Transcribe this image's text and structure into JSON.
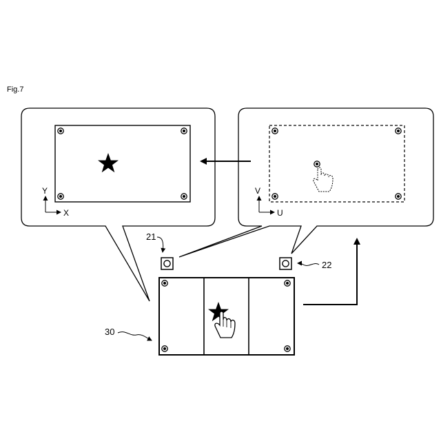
{
  "figure": {
    "label": "Fig.7"
  },
  "left_bubble": {
    "axis_vertical": "Y",
    "axis_horizontal": "X"
  },
  "right_bubble": {
    "axis_vertical": "V",
    "axis_horizontal": "U"
  },
  "references": {
    "camera_left": "21",
    "camera_right": "22",
    "device": "30"
  },
  "colors": {
    "ink": "#000000",
    "paper": "#ffffff"
  },
  "icons": {
    "star": "star-icon",
    "pointing_hand": "pointing-hand-icon",
    "marker": "target-marker-icon",
    "camera": "camera-icon"
  }
}
